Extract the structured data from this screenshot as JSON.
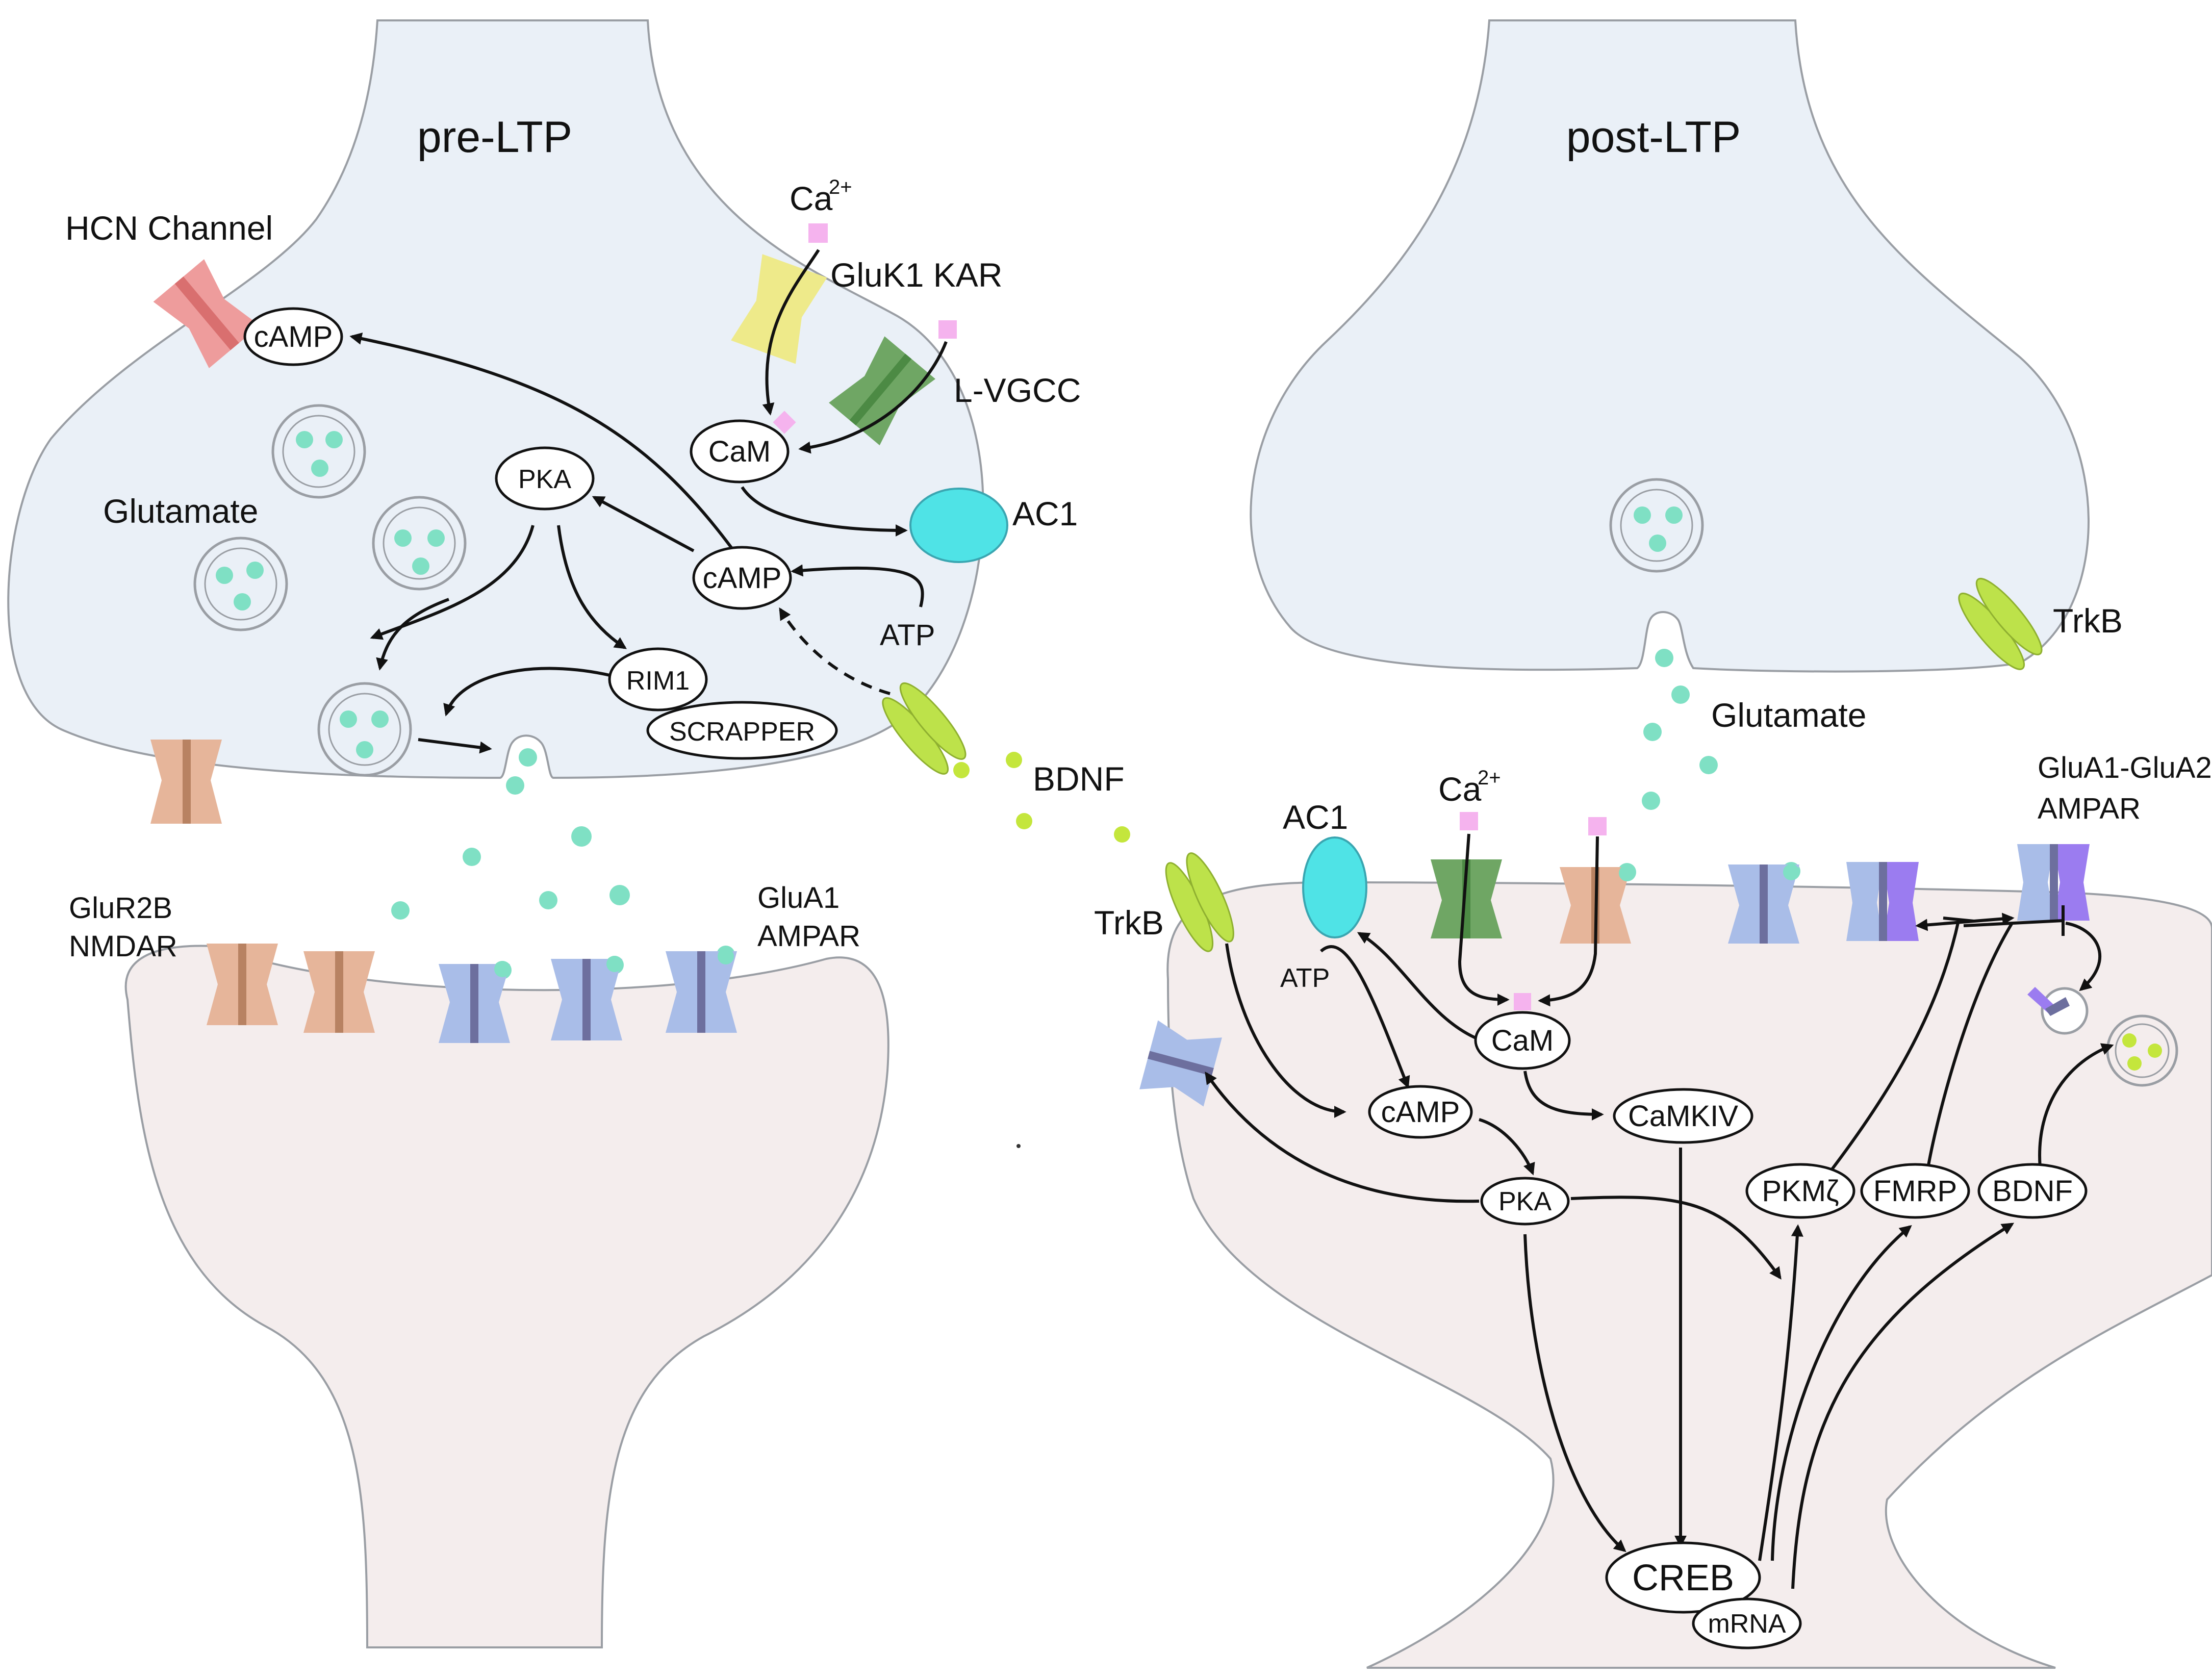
{
  "colors": {
    "pre_terminal": "#eaf0f7",
    "post_terminal": "#f4eded",
    "outline": "#9a9ea4",
    "vesicle_dot": "#7fe0c4",
    "calcium": "#f5b3ee",
    "bdnf_dot": "#c4e63c",
    "ac1": "#4fe3e6",
    "ampa": "#a9bde8",
    "ampa_core": "#6d6f9e",
    "glua2": "#9b7cf0",
    "nmda": "#e6b59a",
    "hcn": "#ee9c9c",
    "kar": "#eeea8a",
    "vgcc": "#6fa664",
    "trkb": "#bde24a"
  },
  "labels": {
    "pre_ltp": "pre-LTP",
    "post_ltp": "post-LTP",
    "hcn": "HCN Channel",
    "ca": "Ca",
    "ca_sup": "2+",
    "gluk1": "GluK1 KAR",
    "lvgcc": "L-VGCC",
    "ac1": "AC1",
    "glutamate": "Glutamate",
    "atp": "ATP",
    "bdnf": "BDNF",
    "trkb": "TrkB",
    "glur2b": "GluR2B",
    "nmdar": "NMDAR",
    "glua1": "GluA1",
    "ampar": "AMPAR",
    "glua1_glua2": "GluA1-GluA2"
  },
  "nodes": {
    "camp": "cAMP",
    "cam": "CaM",
    "pka": "PKA",
    "rim1": "RIM1",
    "scrapper": "SCRAPPER",
    "camkiv": "CaMKIV",
    "pkmz": "PKMζ",
    "fmrp": "FMRP",
    "bdnf": "BDNF",
    "creb": "CREB",
    "mrna": "mRNA"
  }
}
